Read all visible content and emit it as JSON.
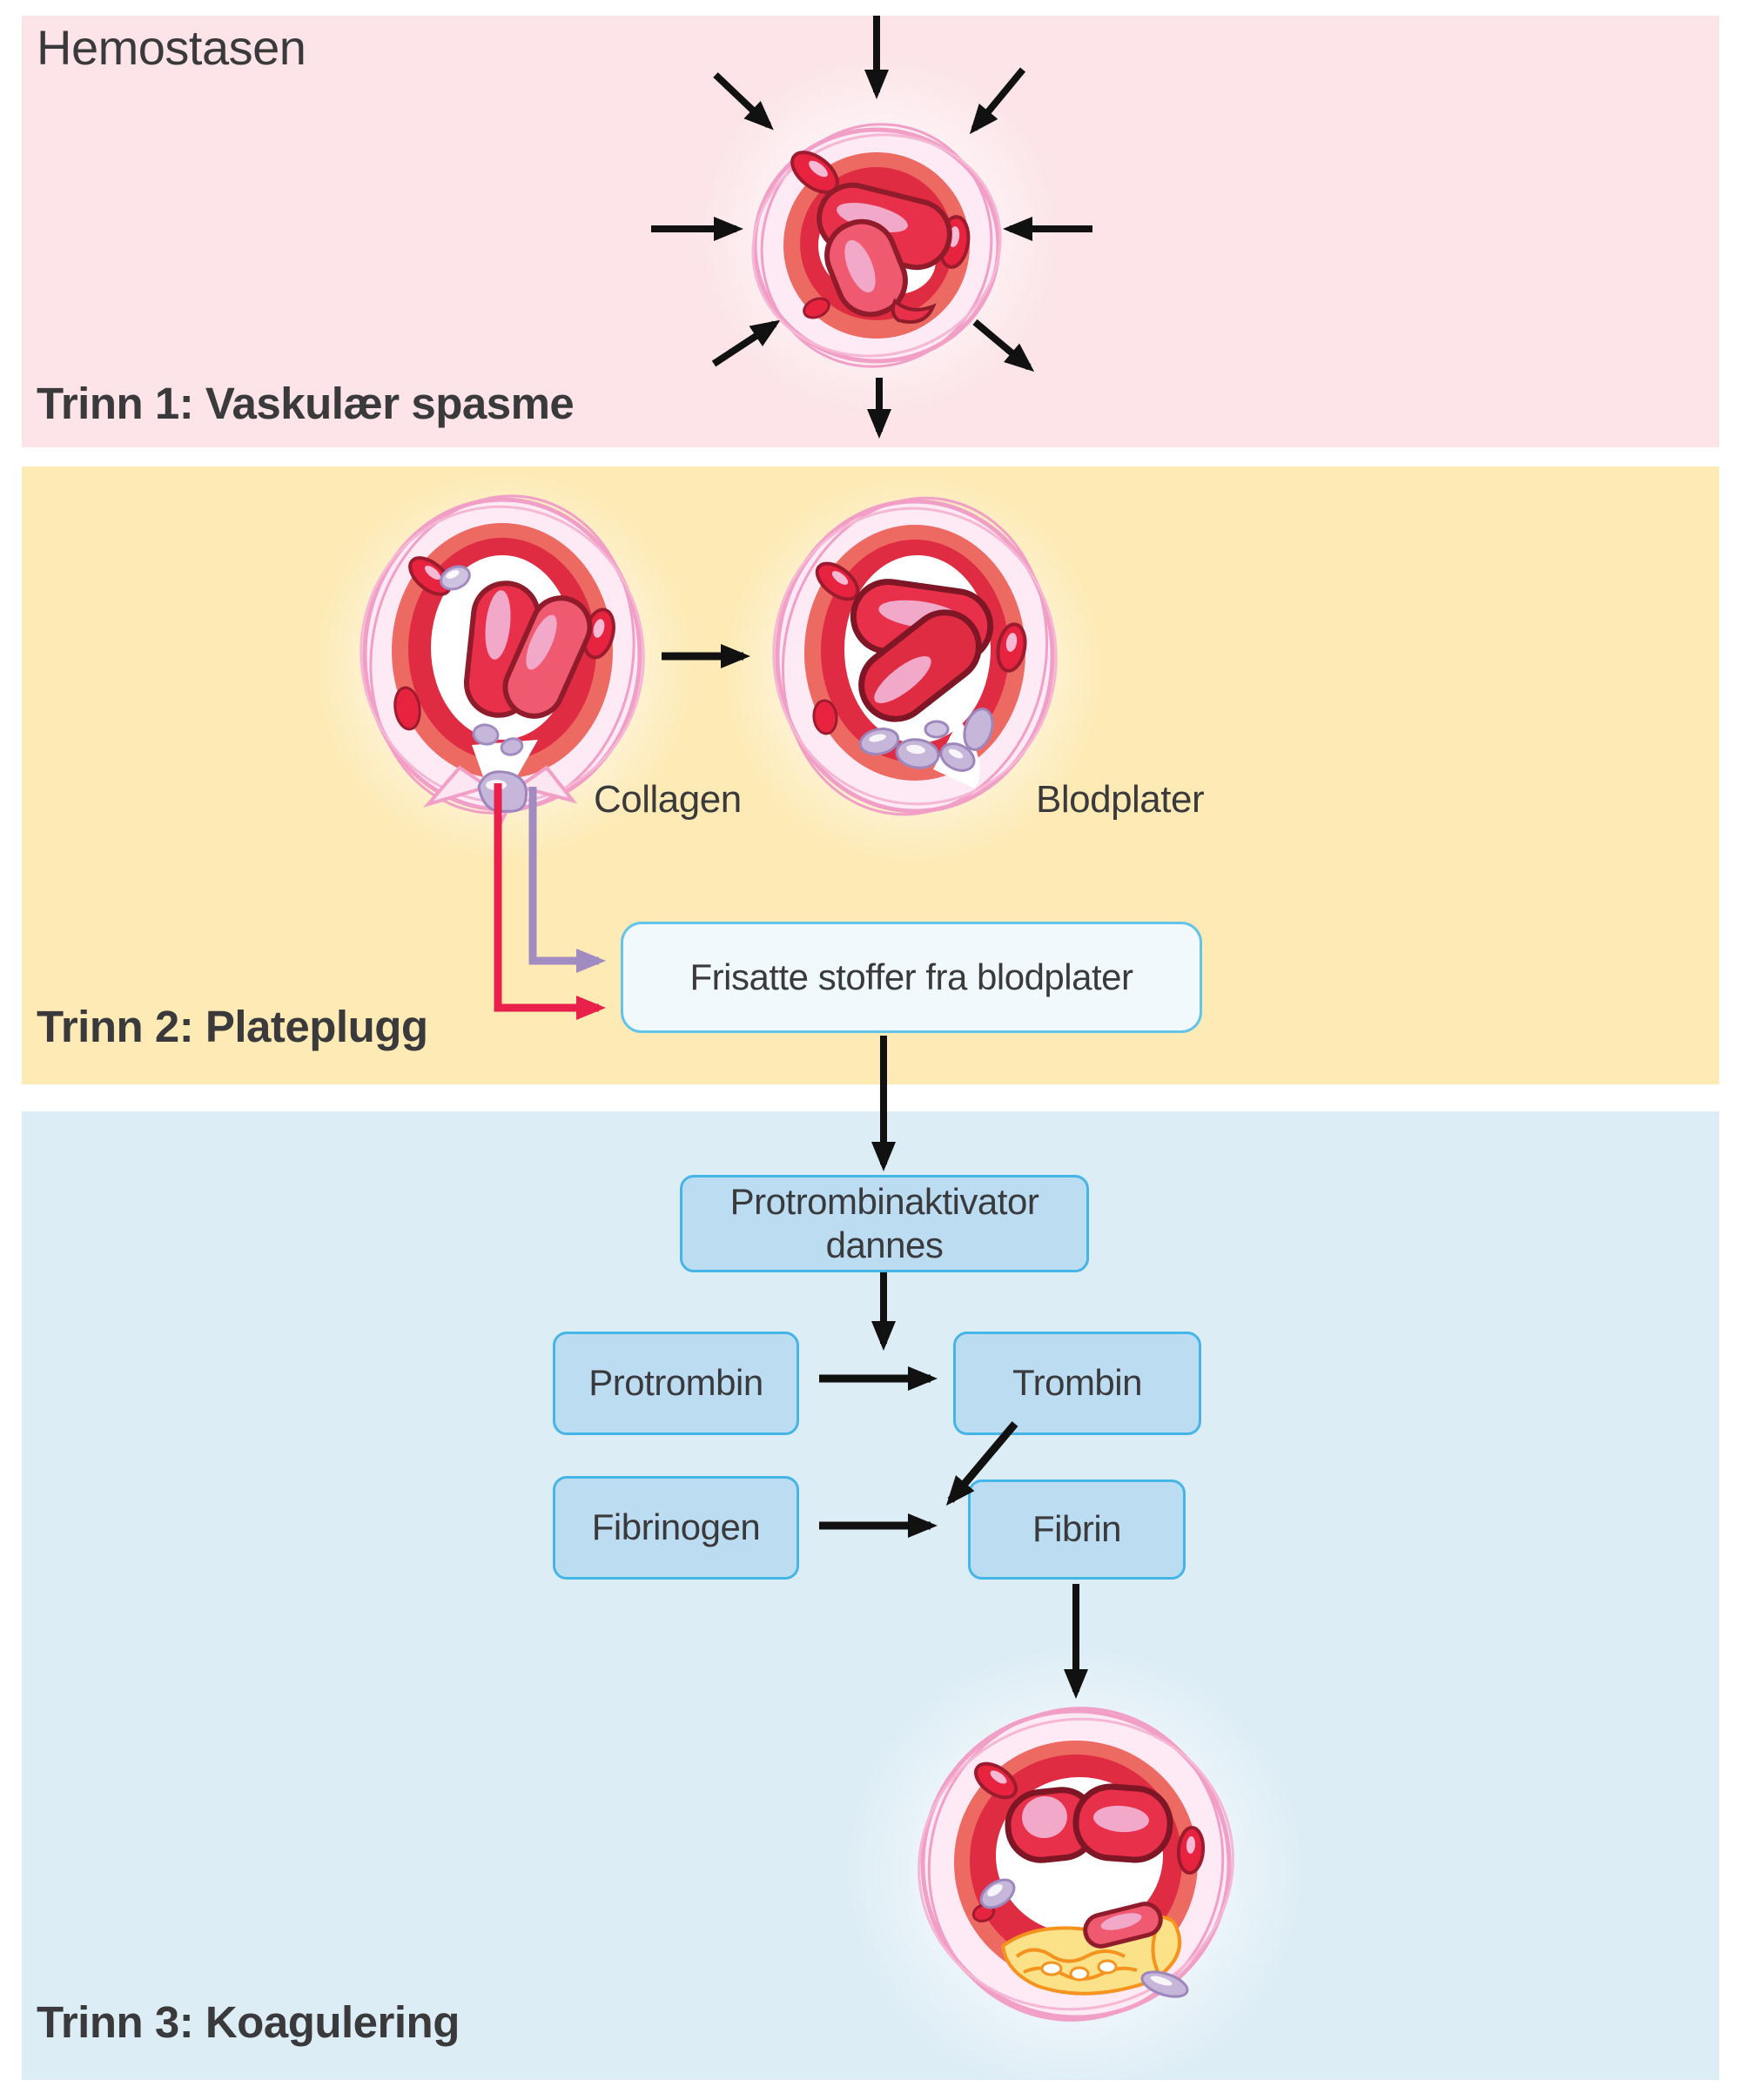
{
  "title": "Hemostasen",
  "step1": {
    "label": "Trinn 1: Vaskulær spasme"
  },
  "step2": {
    "label": "Trinn 2: Plateplugg",
    "collagen": "Collagen",
    "platelets": "Blodplater",
    "released_substances": "Frisatte stoffer fra blodplater"
  },
  "step3": {
    "label": "Trinn 3: Koagulering",
    "activator": "Protrombinaktivator dannes",
    "prothrombin": "Protrombin",
    "thrombin": "Trombin",
    "fibrinogen": "Fibrinogen",
    "fibrin": "Fibrin"
  },
  "colors": {
    "panel1_bg": "#fce4e8",
    "panel2_bg": "#fdeab5",
    "panel3_bg": "#ddedf5",
    "text": "#3a3a3c",
    "box_fill": "#bcdcf2",
    "box_border": "#45b5e8",
    "released_box_fill": "#f1f9fd",
    "released_box_border": "#62c4ea",
    "arrow_black": "#111111",
    "arrow_red": "#e8204a",
    "arrow_purple": "#a18cc2"
  }
}
